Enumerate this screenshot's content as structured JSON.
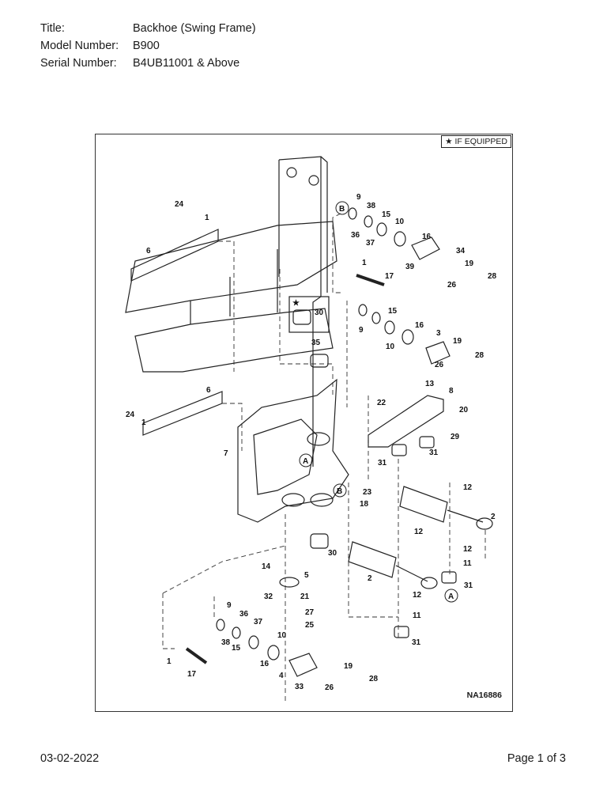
{
  "meta": {
    "title_key": "Title:",
    "title_value": "Backhoe (Swing Frame)",
    "model_key": "Model Number:",
    "model_value": "B900",
    "serial_key": "Serial Number:",
    "serial_value": "B4UB11001 & Above"
  },
  "figure": {
    "if_equipped": "★ IF EQUIPPED",
    "drawing_number": "NA16886",
    "callouts": [
      {
        "id": "B-top",
        "text": "B"
      },
      {
        "id": "A-mid",
        "text": "A"
      },
      {
        "id": "B-mid",
        "text": "B"
      },
      {
        "id": "A-bottom",
        "text": "A"
      },
      {
        "id": "star",
        "text": "★"
      }
    ],
    "labels": [
      "24",
      "1",
      "6",
      "9",
      "38",
      "15",
      "10",
      "36",
      "37",
      "16",
      "39",
      "34",
      "19",
      "26",
      "28",
      "1",
      "17",
      "30",
      "9",
      "15",
      "10",
      "16",
      "3",
      "19",
      "26",
      "28",
      "35",
      "13",
      "8",
      "22",
      "20",
      "29",
      "24",
      "1",
      "6",
      "7",
      "31",
      "31",
      "A",
      "23",
      "B",
      "18",
      "12",
      "2",
      "12",
      "12",
      "11",
      "2",
      "31",
      "30",
      "14",
      "5",
      "32",
      "21",
      "27",
      "25",
      "9",
      "36",
      "37",
      "38",
      "15",
      "10",
      "16",
      "1",
      "17",
      "4",
      "33",
      "19",
      "26",
      "28",
      "12",
      "11",
      "31",
      "A"
    ]
  },
  "footer": {
    "date": "03-02-2022",
    "page": "Page 1 of 3"
  }
}
